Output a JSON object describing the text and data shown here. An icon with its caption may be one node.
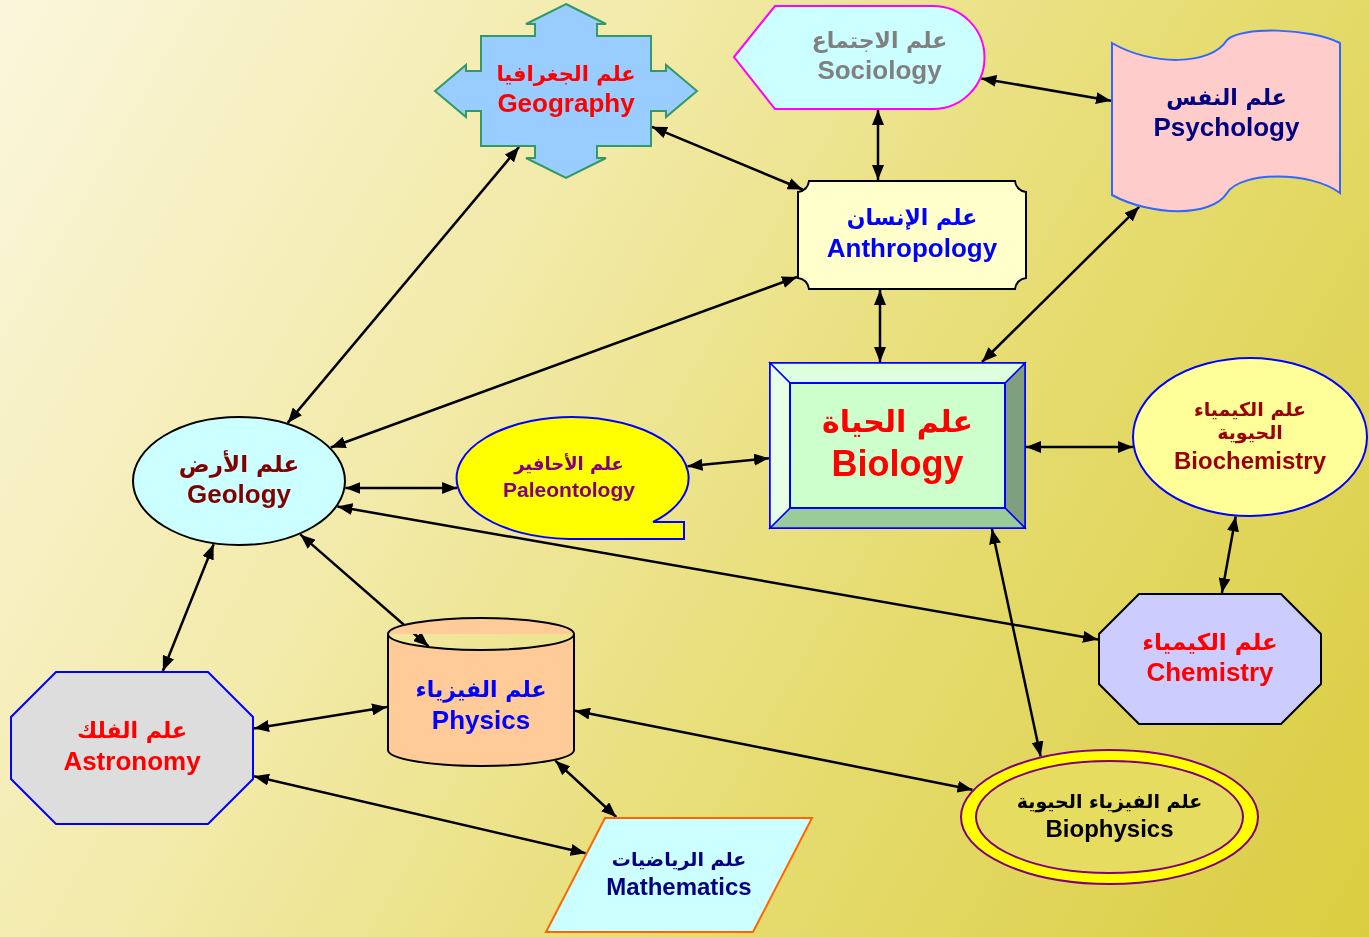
{
  "diagram": {
    "nodes": [
      {
        "text": [
          "علم الجغرافيا",
          "Geography"
        ]
      },
      {
        "text": [
          "علم الاجتماع",
          "Sociology"
        ]
      },
      {
        "text": [
          "علم النفس",
          "Psychology"
        ]
      },
      {
        "text": [
          "علم الإنسان",
          "Anthropology"
        ]
      },
      {
        "text": [
          "علم الأرض",
          "Geology"
        ]
      },
      {
        "text": [
          "علم الأحافير",
          "Paleontology"
        ]
      },
      {
        "text": [
          "علم الحياة",
          "Biology"
        ]
      },
      {
        "text": [
          "علم الكيمياء الحيوية",
          "Biochemistry"
        ]
      },
      {
        "text": [
          "علم الكيمياء",
          "Chemistry"
        ]
      },
      {
        "text": [
          "علم الفلك",
          "Astronomy"
        ]
      },
      {
        "text": [
          "علم الفيزياء",
          "Physics"
        ]
      },
      {
        "text": [
          "علم الرياضيات",
          "Mathematics"
        ]
      },
      {
        "text": [
          "علم الفيزياء الحيوية",
          "Biophysics"
        ]
      }
    ],
    "edges": [
      {
        "from": 0,
        "to": 3,
        "arrow": "both"
      },
      {
        "from": 0,
        "to": 4,
        "arrow": "both"
      },
      {
        "from": 1,
        "to": 3,
        "arrow": "both"
      },
      {
        "from": 1,
        "to": 2,
        "arrow": "both"
      },
      {
        "from": 3,
        "to": 4,
        "arrow": "both"
      },
      {
        "from": 3,
        "to": 6,
        "arrow": "both"
      },
      {
        "from": 2,
        "to": 6,
        "arrow": "both"
      },
      {
        "from": 4,
        "to": 5,
        "arrow": "both"
      },
      {
        "from": 5,
        "to": 6,
        "arrow": "both"
      },
      {
        "from": 6,
        "to": 7,
        "arrow": "both"
      },
      {
        "from": 7,
        "to": 8,
        "arrow": "both"
      },
      {
        "from": 4,
        "to": 8,
        "arrow": "both"
      },
      {
        "from": 6,
        "to": 12,
        "arrow": "both"
      },
      {
        "from": 4,
        "to": 10,
        "arrow": "both"
      },
      {
        "from": 4,
        "to": 9,
        "arrow": "both"
      },
      {
        "from": 9,
        "to": 10,
        "arrow": "both"
      },
      {
        "from": 10,
        "to": 12,
        "arrow": "both"
      },
      {
        "from": 10,
        "to": 11,
        "arrow": "both"
      },
      {
        "from": 9,
        "to": 11,
        "arrow": "both"
      }
    ]
  }
}
